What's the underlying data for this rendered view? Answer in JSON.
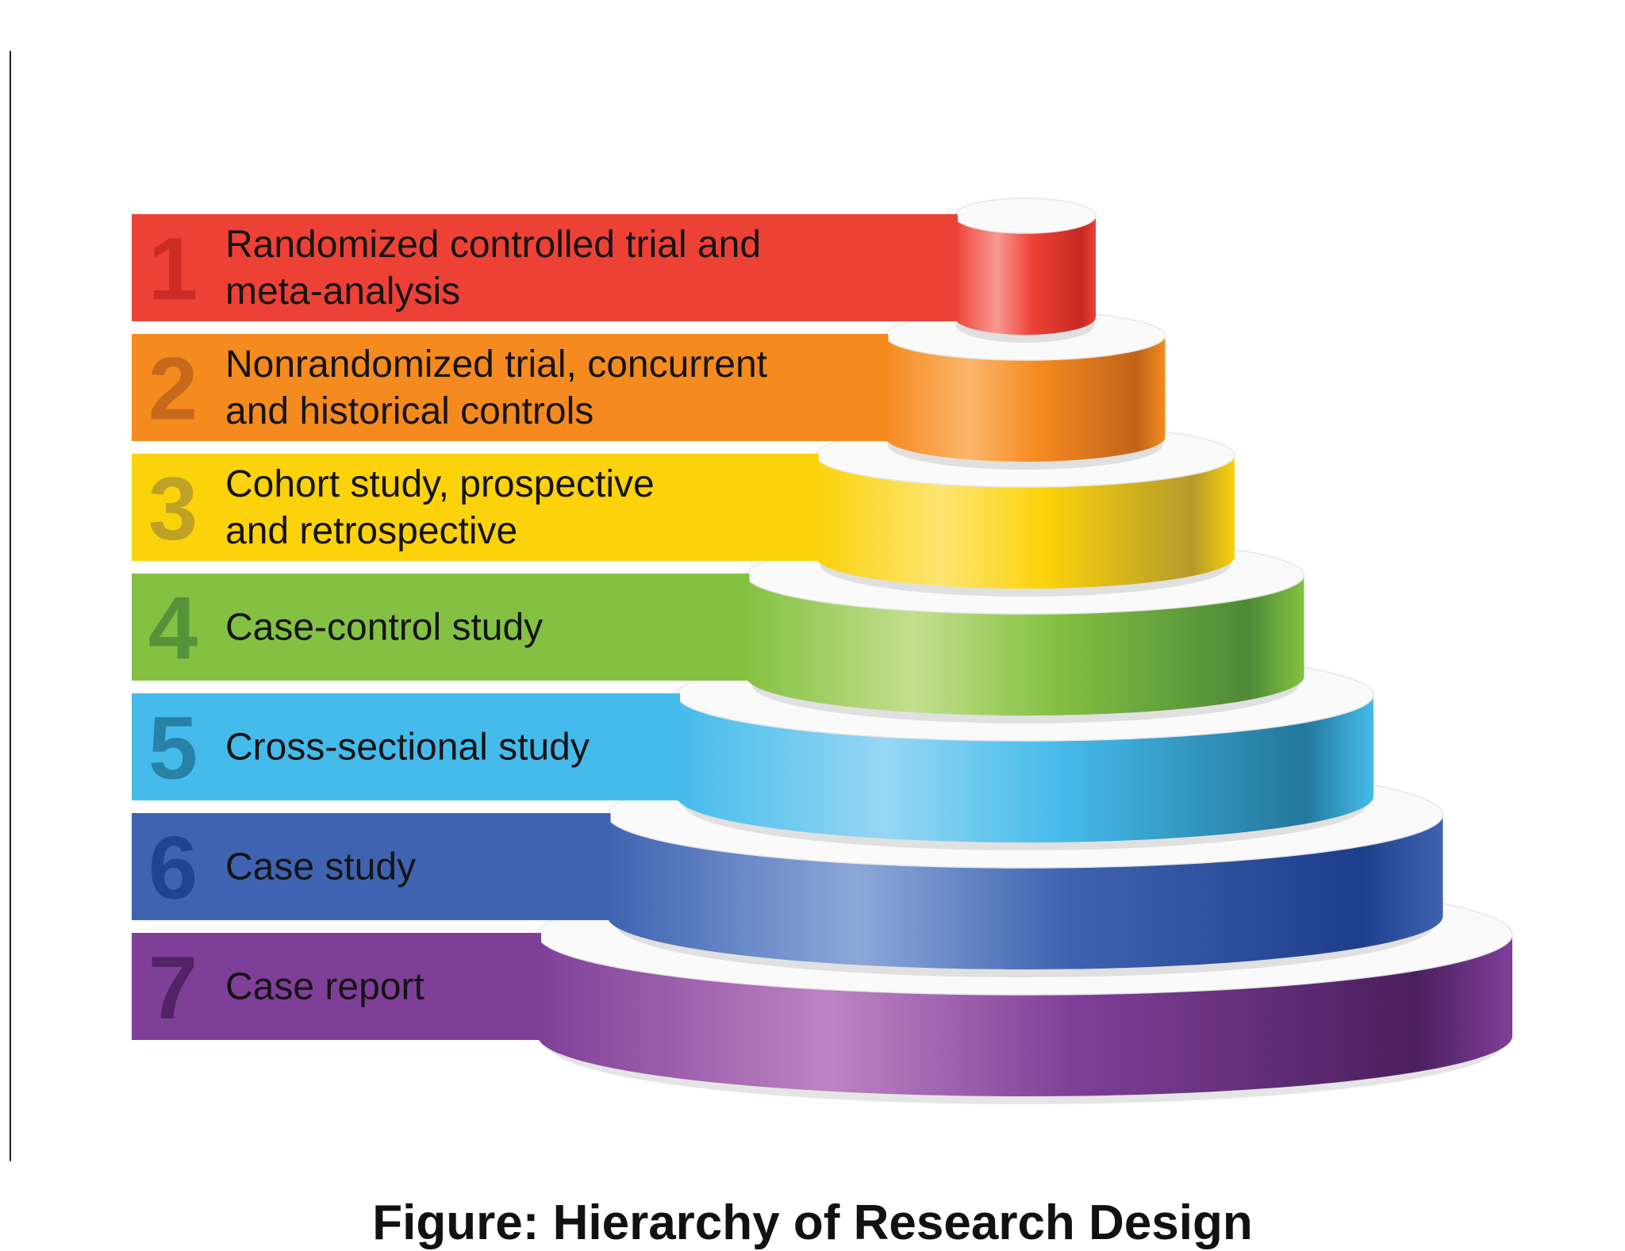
{
  "caption": "Figure: Hierarchy of Research Design",
  "levels": [
    {
      "number": "1",
      "lines": [
        "Randomized controlled trial and",
        "meta-analysis"
      ],
      "color": "#EE4136",
      "dark": "#C62A22",
      "light": "#F69A92"
    },
    {
      "number": "2",
      "lines": [
        "Nonrandomized trial, concurrent",
        "and historical controls"
      ],
      "color": "#F58A1F",
      "dark": "#C0641A",
      "light": "#FBB56A"
    },
    {
      "number": "3",
      "lines": [
        "Cohort study, prospective",
        "and retrospective"
      ],
      "color": "#FCD20A",
      "dark": "#B39A2A",
      "light": "#FDE572"
    },
    {
      "number": "4",
      "lines": [
        "Case-control study"
      ],
      "color": "#84C142",
      "dark": "#4E8A38",
      "light": "#C4DF8E"
    },
    {
      "number": "5",
      "lines": [
        "Cross-sectional study"
      ],
      "color": "#45BBEB",
      "dark": "#23779C",
      "light": "#96D7F3"
    },
    {
      "number": "6",
      "lines": [
        "Case study"
      ],
      "color": "#3F63B0",
      "dark": "#1E3E8C",
      "light": "#8CA8DA"
    },
    {
      "number": "7",
      "lines": [
        "Case report"
      ],
      "color": "#7F3F98",
      "dark": "#4B1F5E",
      "light": "#BE83C2"
    }
  ]
}
